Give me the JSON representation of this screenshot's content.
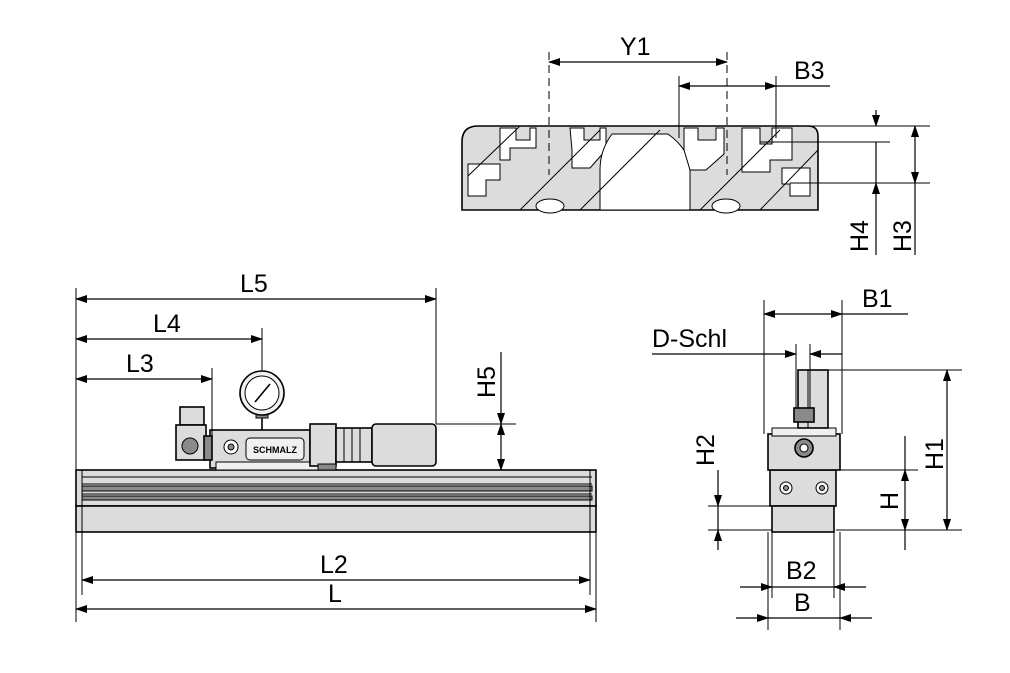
{
  "colors": {
    "line": "#000000",
    "body_fill": "#dcdcdc",
    "dark_fill": "#8a8a8a",
    "light_fill": "#f0f0f0",
    "background": "#ffffff"
  },
  "views": {
    "side": {
      "labels": {
        "L5": "L5",
        "L4": "L4",
        "L3": "L3",
        "H5": "H5",
        "L2": "L2",
        "L": "L"
      },
      "nameplate": "SCHMALZ"
    },
    "profile": {
      "labels": {
        "Y1": "Y1",
        "B3": "B3",
        "H4": "H4",
        "H3": "H3"
      }
    },
    "front": {
      "labels": {
        "B1": "B1",
        "D_Schl": "D-Schl",
        "H2": "H2",
        "H1": "H1",
        "H": "H",
        "B2": "B2",
        "B": "B"
      }
    }
  }
}
